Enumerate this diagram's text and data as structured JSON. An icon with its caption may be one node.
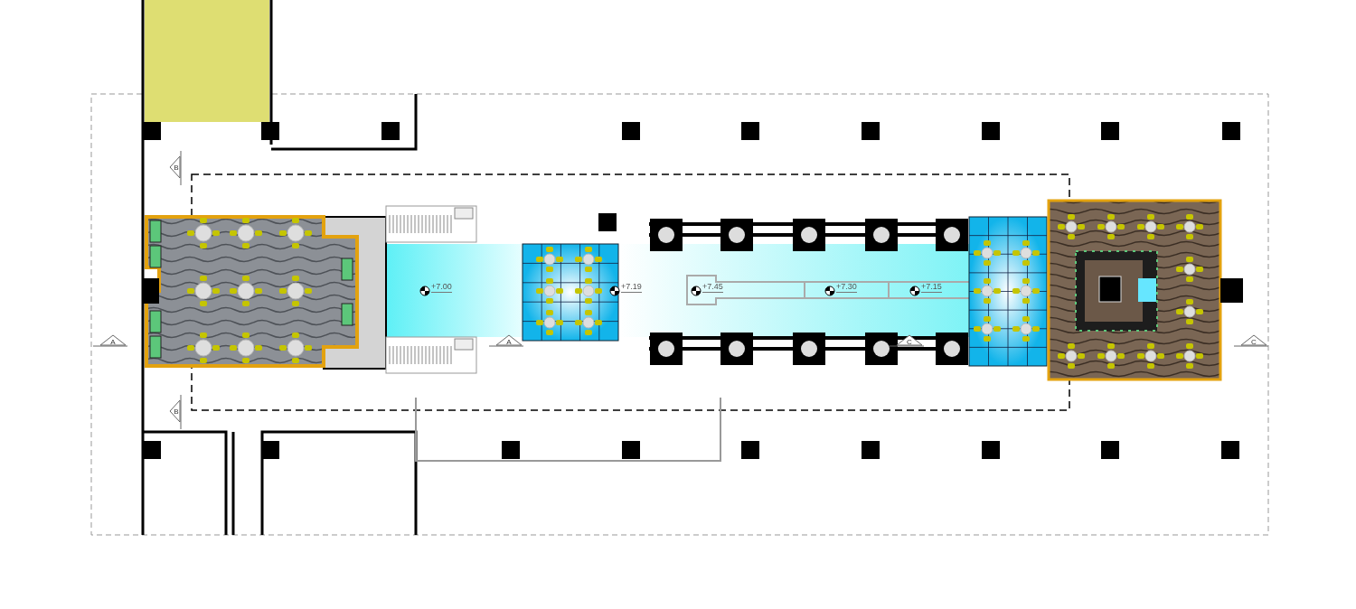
{
  "diagram": {
    "labels": [
      "B",
      "+7.00",
      "+7.19",
      "+7.45",
      "+7.30",
      "+7.15",
      "A",
      "A",
      "C",
      "C",
      "B"
    ]
  }
}
